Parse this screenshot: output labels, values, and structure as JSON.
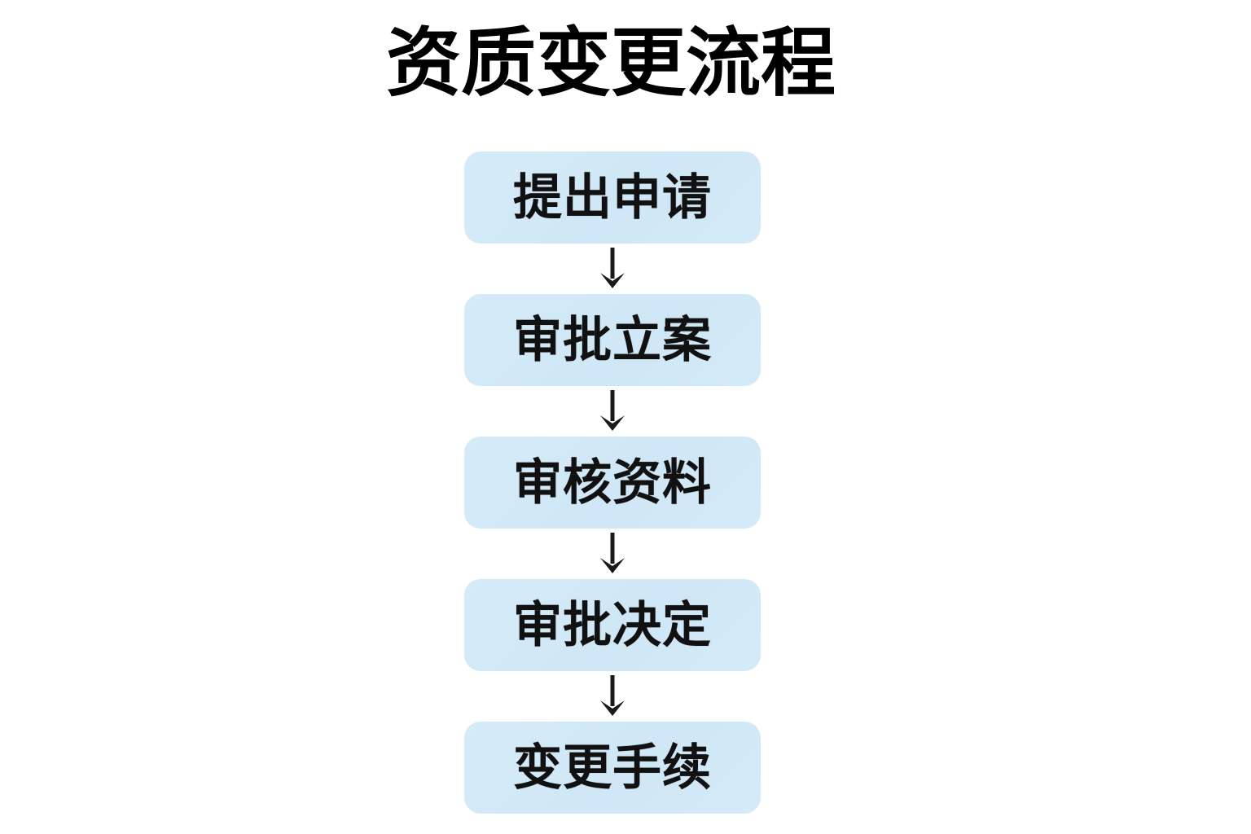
{
  "document": {
    "title": "资质变更流程",
    "background_color": "#ffffff"
  },
  "flowchart": {
    "title": "资质变更流程",
    "orientation": "vertical-top-to-bottom",
    "node_fill_color": "#d2e9f7",
    "node_text_color": "#111111",
    "connector_color": "#1a1a1a",
    "steps": [
      {
        "index": 1,
        "label": "提出申请"
      },
      {
        "index": 2,
        "label": "审批立案"
      },
      {
        "index": 3,
        "label": "审核资料"
      },
      {
        "index": 4,
        "label": "审批决定"
      },
      {
        "index": 5,
        "label": "变更手续"
      }
    ],
    "connectors": [
      {
        "from": "提出申请",
        "to": "审批立案",
        "icon": "down-arrow-icon"
      },
      {
        "from": "审批立案",
        "to": "审核资料",
        "icon": "down-arrow-icon"
      },
      {
        "from": "审核资料",
        "to": "审批决定",
        "icon": "down-arrow-icon"
      },
      {
        "from": "审批决定",
        "to": "变更手续",
        "icon": "down-arrow-icon"
      }
    ]
  }
}
